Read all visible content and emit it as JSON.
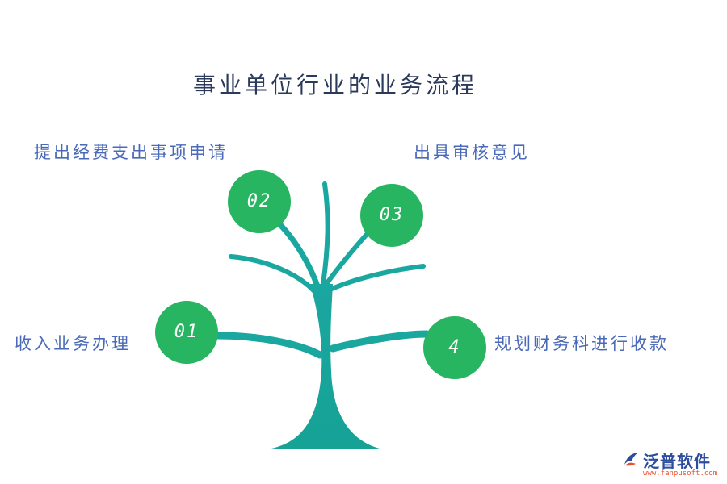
{
  "title": "事业单位行业的业务流程",
  "steps": [
    {
      "number": "01",
      "label": "收入业务办理"
    },
    {
      "number": "02",
      "label": "提出经费支出事项申请"
    },
    {
      "number": "03",
      "label": "出具审核意见"
    },
    {
      "number": "4",
      "label": "规划财务科进行收款"
    }
  ],
  "colors": {
    "node": "#27b562",
    "tree": "#1aa7a0",
    "label": "#4a6ab8",
    "title": "#2b3a5a"
  },
  "logo": {
    "name": "泛普软件",
    "url": "www.fanpusoft.com"
  }
}
